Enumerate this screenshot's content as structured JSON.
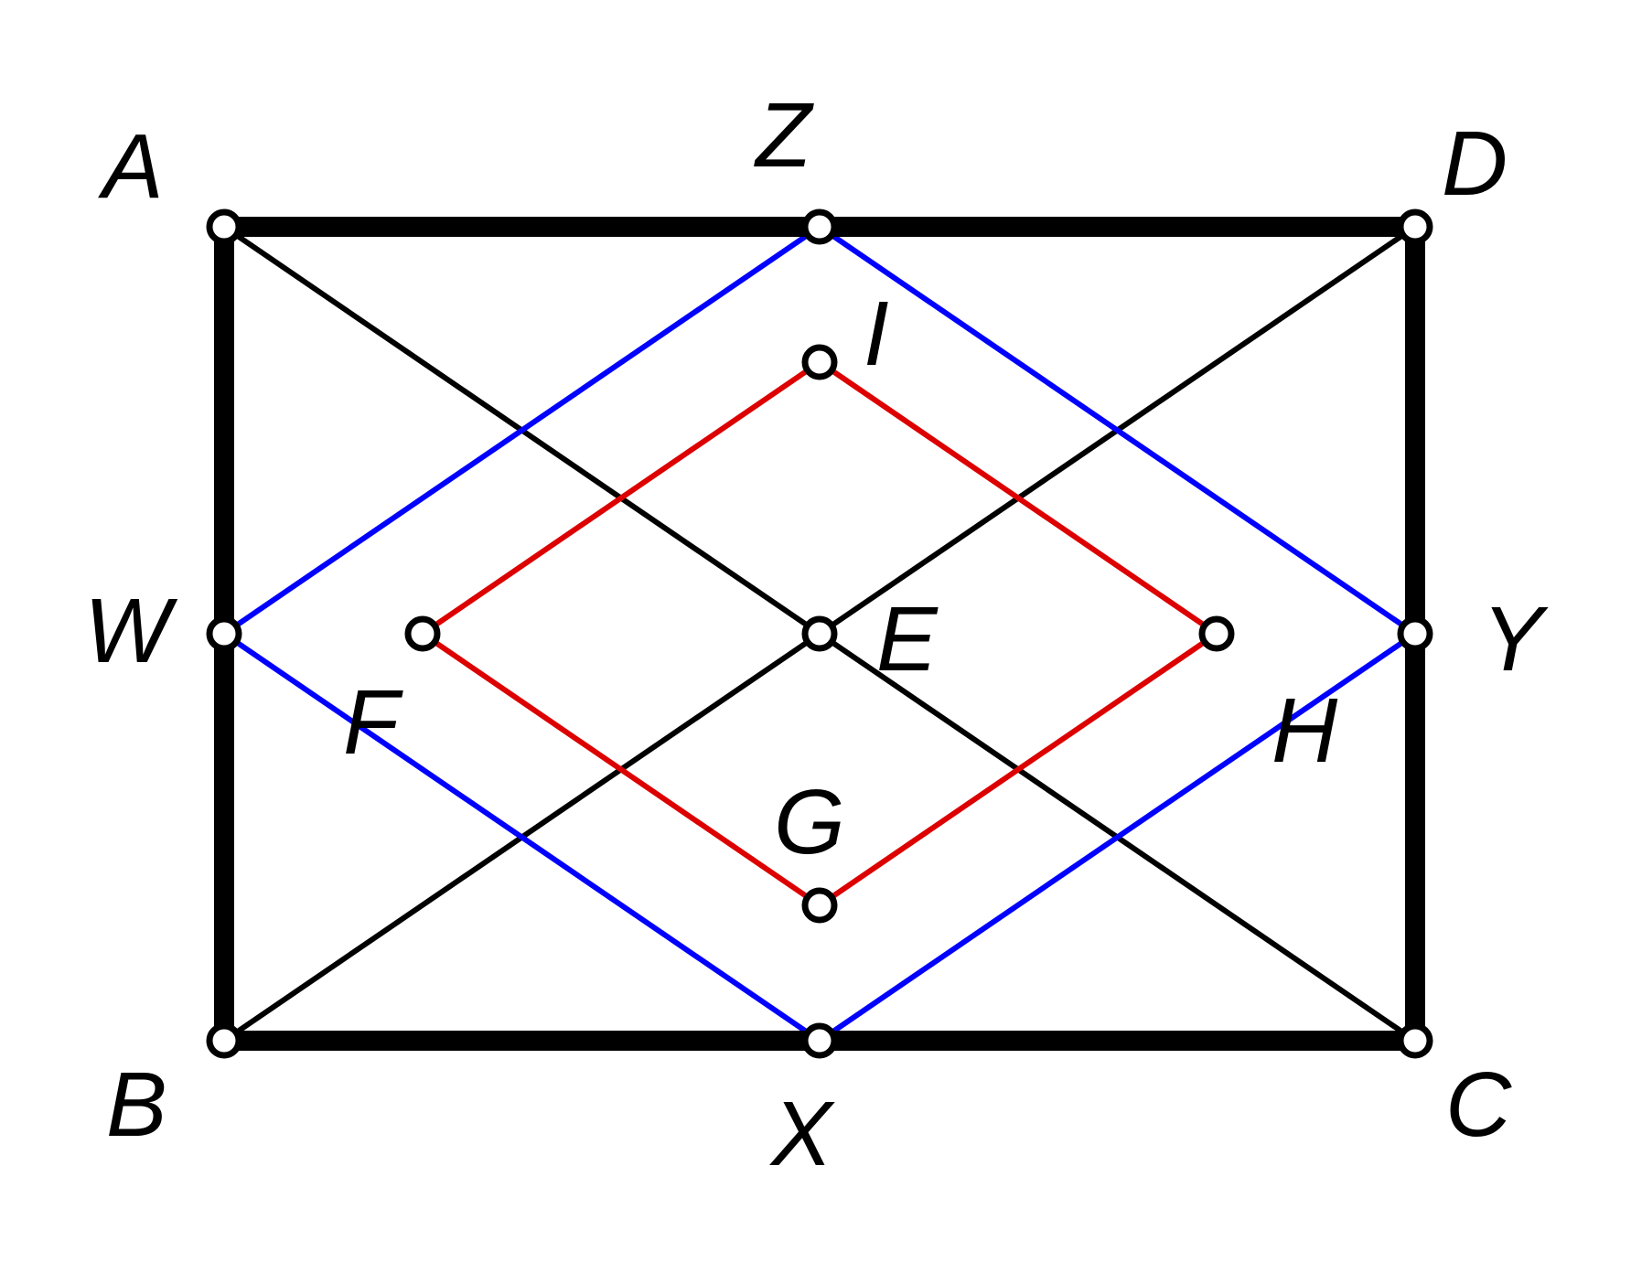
{
  "diagram": {
    "colors": {
      "frame": "#000000",
      "diagonal": "#000000",
      "outer_rhombus": "#0000ff",
      "inner_rhombus": "#dd0000",
      "point_fill": "#ffffff",
      "point_stroke": "#000000"
    },
    "labels": {
      "A": "A",
      "B": "B",
      "C": "C",
      "D": "D",
      "E": "E",
      "F": "F",
      "G": "G",
      "H": "H",
      "I": "I",
      "W": "W",
      "X": "X",
      "Y": "Y",
      "Z": "Z"
    }
  }
}
